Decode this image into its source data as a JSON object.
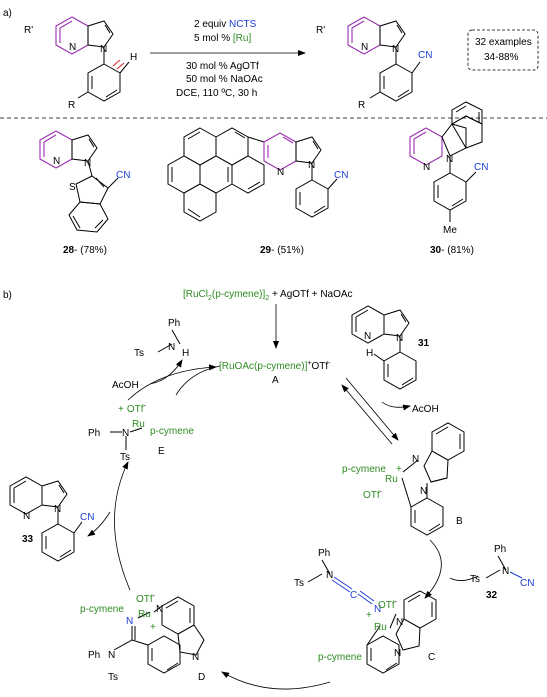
{
  "part_a": {
    "label": "a)",
    "r_prime": "R'",
    "r": "R",
    "h": "H",
    "n": "N",
    "cn": "CN",
    "cond_line1_pre": "2 equiv ",
    "cond_line1_reagent": "NCTS",
    "cond_line2_pre": "5 mol % ",
    "cond_line2_cat": "[Ru]",
    "cond_line3": "30 mol % AgOTf",
    "cond_line4": "50 mol % NaOAc",
    "cond_line5": "DCE, 110 ºC, 30 h",
    "scope_line1": "32 examples",
    "scope_line2": "34-88%",
    "s": "S",
    "me": "Me",
    "ex28_num": "28",
    "ex28_yield": "- (78%)",
    "ex29_num": "29",
    "ex29_yield": "- (51%)",
    "ex30_num": "30",
    "ex30_yield": "- (81%)"
  },
  "part_b": {
    "label": "b)",
    "precat_part1": "[RuCl",
    "precat_sub1": "2",
    "precat_part2": "(p-cymene)]",
    "precat_sub2": "2",
    "precat_part3": " + AgOTf + NaOAc",
    "species_a_main": "[RuOAc(p-cymene)]",
    "species_a_sup1": "+",
    "species_a_otf": "OTf",
    "species_a_sup2": "-",
    "label_a": "A",
    "label_b": "B",
    "label_c": "C",
    "label_d": "D",
    "label_e": "E",
    "label_31": "31",
    "label_32": "32",
    "label_33": "33",
    "acoh": "AcOH",
    "ph": "Ph",
    "ts": "Ts",
    "n": "N",
    "h": "H",
    "ru": "Ru",
    "otf": "OTf",
    "minus": "-",
    "plus": "+",
    "p_cymene": "p-cymene",
    "cn": "CN",
    "c": "C"
  },
  "colors": {
    "accent_purple": "#9b2fb0",
    "accent_blue": "#1f3fd6",
    "accent_green": "#2e8b22",
    "bond_red": "#e02020"
  }
}
